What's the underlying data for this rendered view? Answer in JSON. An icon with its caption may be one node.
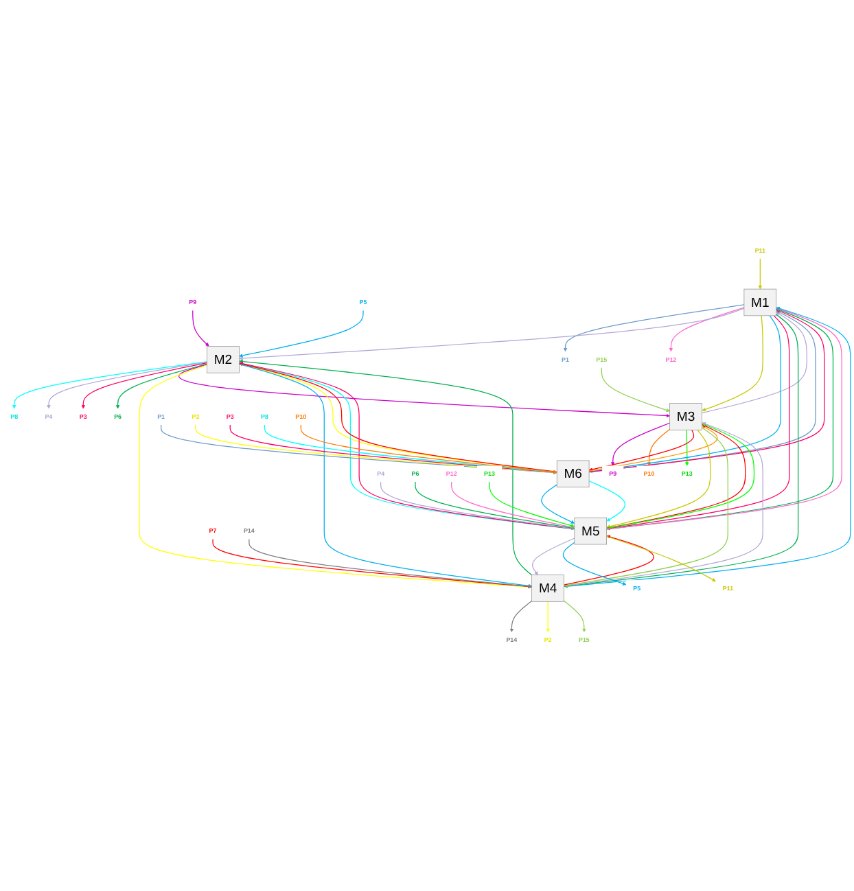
{
  "diagram": {
    "nodes": [
      {
        "text": [
          "P1"
        ]
      },
      {
        "text": [
          "P11"
        ]
      },
      {
        "text": [
          "P12"
        ]
      },
      {
        "text": [
          "P9"
        ]
      },
      {
        "text": [
          "P8"
        ]
      },
      {
        "text": [
          "P5"
        ]
      },
      {
        "text": [
          "P4"
        ]
      },
      {
        "text": [
          "P3"
        ]
      },
      {
        "text": [
          "P6"
        ]
      },
      {
        "text": [
          "P9"
        ]
      },
      {
        "text": [
          "P10"
        ]
      },
      {
        "text": [
          "P13"
        ]
      },
      {
        "text": [
          "P15"
        ]
      },
      {
        "text": [
          "M1"
        ]
      },
      {
        "text": [
          "M2"
        ]
      },
      {
        "text": [
          "M3"
        ]
      },
      {
        "text": [
          "P14"
        ]
      },
      {
        "text": [
          "M6"
        ]
      },
      {
        "text": [
          "M5"
        ]
      },
      {
        "text": [
          "M4"
        ]
      },
      {
        "text": [
          "P1"
        ]
      },
      {
        "text": [
          "P2"
        ]
      },
      {
        "text": [
          "P3"
        ]
      },
      {
        "text": [
          "P8"
        ]
      },
      {
        "text": [
          "P10"
        ]
      },
      {
        "text": [
          "P4"
        ]
      },
      {
        "text": [
          "P5"
        ]
      },
      {
        "text": [
          "P6"
        ]
      },
      {
        "text": [
          "P11"
        ]
      },
      {
        "text": [
          "P12"
        ]
      },
      {
        "text": [
          "P13"
        ]
      },
      {
        "text": [
          "P2"
        ]
      },
      {
        "text": [
          "P7"
        ]
      },
      {
        "text": [
          "P14"
        ]
      },
      {
        "text": [
          "P15"
        ]
      }
    ],
    "edges": [
      {
        "from": 13,
        "to": 0,
        "arrow": "to",
        "color": "#6b9bc9"
      },
      {
        "from": 1,
        "to": 13,
        "arrow": "to",
        "color": "#c8c800"
      },
      {
        "from": 13,
        "to": 2,
        "arrow": "to",
        "color": "#ff66cc"
      },
      {
        "from": 3,
        "to": 14,
        "arrow": "to",
        "color": "#cc00cc"
      },
      {
        "from": 14,
        "to": 4,
        "arrow": "to",
        "color": "#00ffff"
      },
      {
        "from": 5,
        "to": 14,
        "arrow": "to",
        "color": "#00b0f0"
      },
      {
        "from": 14,
        "to": 6,
        "arrow": "to",
        "color": "#b4a7d6"
      },
      {
        "from": 14,
        "to": 7,
        "arrow": "to",
        "color": "#ff0066"
      },
      {
        "from": 14,
        "to": 8,
        "arrow": "to",
        "color": "#00b050"
      },
      {
        "from": 15,
        "to": 9,
        "arrow": "to",
        "color": "#cc00cc"
      },
      {
        "from": 15,
        "to": 10,
        "arrow": "to",
        "color": "#ff7700"
      },
      {
        "from": 15,
        "to": 11,
        "arrow": "to",
        "color": "#00ff00"
      },
      {
        "from": 12,
        "to": 15,
        "arrow": "to",
        "color": "#92d050"
      },
      {
        "from": 19,
        "to": 16,
        "arrow": "to",
        "color": "#808080"
      },
      {
        "from": 13,
        "to": 14,
        "arrow": "to",
        "color": "#b4a7d6"
      },
      {
        "from": 14,
        "to": 15,
        "arrow": "to",
        "color": "#cc00cc"
      },
      {
        "from": 13,
        "to": 15,
        "arrow": "to",
        "color": "#c8c800"
      },
      {
        "from": 15,
        "to": 13,
        "arrow": "to",
        "color": "#b4a7d6"
      },
      {
        "from": 13,
        "to": 17,
        "arrow": "to",
        "color": "#00b0f0"
      },
      {
        "from": 17,
        "to": 13,
        "arrow": "to",
        "color": "#6b9bc9"
      },
      {
        "from": 17,
        "to": 13,
        "arrow": "to",
        "color": "#ff0066"
      },
      {
        "from": 13,
        "to": 18,
        "arrow": "to",
        "color": "#ff0066"
      },
      {
        "from": 18,
        "to": 13,
        "arrow": "to",
        "color": "#00b050"
      },
      {
        "from": 18,
        "to": 13,
        "arrow": "to",
        "color": "#ff66cc"
      },
      {
        "from": 19,
        "to": 13,
        "arrow": "to",
        "color": "#00b0f0"
      },
      {
        "from": 13,
        "to": 19,
        "arrow": "to",
        "color": "#00b050"
      },
      {
        "from": 17,
        "to": 14,
        "arrow": "to",
        "color": "#ffff00"
      },
      {
        "from": 18,
        "to": 14,
        "arrow": "to",
        "color": "#00ffff"
      },
      {
        "from": 19,
        "to": 14,
        "arrow": "to",
        "color": "#00b050"
      },
      {
        "from": 17,
        "to": 14,
        "arrow": "to",
        "color": "#ff0000"
      },
      {
        "from": 18,
        "to": 14,
        "arrow": "to",
        "color": "#ff0066"
      },
      {
        "from": 14,
        "to": 19,
        "arrow": "to",
        "color": "#ffff00"
      },
      {
        "from": 14,
        "to": 19,
        "arrow": "to",
        "color": "#00b0f0"
      },
      {
        "from": 15,
        "to": 17,
        "arrow": "to",
        "color": "#ff0000"
      },
      {
        "from": 17,
        "to": 15,
        "arrow": "to",
        "color": "#ff9900"
      },
      {
        "from": 15,
        "to": 18,
        "arrow": "to",
        "color": "#c8c800"
      },
      {
        "from": 18,
        "to": 15,
        "arrow": "to",
        "color": "#ff0000"
      },
      {
        "from": 18,
        "to": 15,
        "arrow": "to",
        "color": "#00ff00"
      },
      {
        "from": 19,
        "to": 15,
        "arrow": "to",
        "color": "#b4a7d6"
      },
      {
        "from": 15,
        "to": 19,
        "arrow": "to",
        "color": "#92d050"
      },
      {
        "from": 17,
        "to": 18,
        "arrow": "to",
        "color": "#00b0f0"
      },
      {
        "from": 17,
        "to": 18,
        "arrow": "to",
        "color": "#00ffff"
      },
      {
        "from": 19,
        "to": 18,
        "arrow": "to",
        "color": "#ff0000"
      },
      {
        "from": 18,
        "to": 19,
        "arrow": "to",
        "color": "#b4a7d6"
      },
      {
        "from": 20,
        "to": 17,
        "arrow": "to",
        "color": "#6b9bc9"
      },
      {
        "from": 21,
        "to": 17,
        "arrow": "to",
        "color": "#ffff00"
      },
      {
        "from": 22,
        "to": 17,
        "arrow": "to",
        "color": "#ff0066"
      },
      {
        "from": 23,
        "to": 17,
        "arrow": "to",
        "color": "#00ffff"
      },
      {
        "from": 24,
        "to": 17,
        "arrow": "to",
        "color": "#ff7700"
      },
      {
        "from": 25,
        "to": 18,
        "arrow": "to",
        "color": "#b4a7d6"
      },
      {
        "from": 18,
        "to": 26,
        "arrow": "to",
        "color": "#00b0f0"
      },
      {
        "from": 27,
        "to": 18,
        "arrow": "to",
        "color": "#00b050"
      },
      {
        "from": 18,
        "to": 28,
        "arrow": "to",
        "color": "#c8c800"
      },
      {
        "from": 29,
        "to": 18,
        "arrow": "to",
        "color": "#ff66cc"
      },
      {
        "from": 30,
        "to": 18,
        "arrow": "to",
        "color": "#00ff00"
      },
      {
        "from": 19,
        "to": 31,
        "arrow": "to",
        "color": "#ffff00"
      },
      {
        "from": 32,
        "to": 19,
        "arrow": "to",
        "color": "#ff0000"
      },
      {
        "from": 33,
        "to": 19,
        "arrow": "to",
        "color": "#808080"
      },
      {
        "from": 19,
        "to": 34,
        "arrow": "to",
        "color": "#92d050"
      }
    ]
  }
}
